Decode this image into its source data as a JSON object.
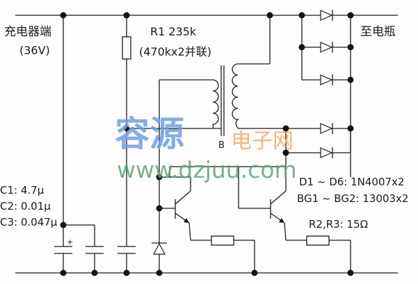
{
  "diagram": {
    "type": "circuit-schematic",
    "labels": {
      "input_terminal": "充电器端",
      "input_voltage": "(36V)",
      "output_terminal": "至电瓶",
      "r1_name": "R1  235k",
      "r1_note": "(470kx2并联)",
      "transformer_mark": "B",
      "c1": "C1: 4.7μ",
      "c2": "C2: 0.01μ",
      "c3": "C3: 0.047μ",
      "diodes": "D1 ~ D6: 1N4007x2",
      "transistors": "BG1 ~ BG2: 13003x2",
      "resistors": "R2,R3: 15Ω",
      "polarity_plus": "+"
    },
    "components": [
      {
        "id": "R1",
        "type": "resistor",
        "value": "235k",
        "note": "470k x2 parallel"
      },
      {
        "id": "R2",
        "type": "resistor",
        "value": "15Ω"
      },
      {
        "id": "R3",
        "type": "resistor",
        "value": "15Ω"
      },
      {
        "id": "C1",
        "type": "capacitor-electrolytic",
        "value": "4.7μ"
      },
      {
        "id": "C2",
        "type": "capacitor",
        "value": "0.01μ"
      },
      {
        "id": "C3",
        "type": "capacitor",
        "value": "0.047μ"
      },
      {
        "id": "B",
        "type": "transformer"
      },
      {
        "id": "BG1",
        "type": "npn-transistor",
        "part": "13003"
      },
      {
        "id": "BG2",
        "type": "npn-transistor",
        "part": "13003"
      },
      {
        "id": "D1-D6",
        "type": "diode",
        "part": "1N4007",
        "count": 6
      },
      {
        "id": "DZ",
        "type": "diode"
      }
    ]
  },
  "watermark": {
    "brand_cn": "容源",
    "brand_sub_cn": "电子网",
    "url": "www.dzjuu.com",
    "colors": {
      "blue": "#6f9ee6",
      "orange": "#f3a86b",
      "green": "#5fa57a"
    }
  }
}
